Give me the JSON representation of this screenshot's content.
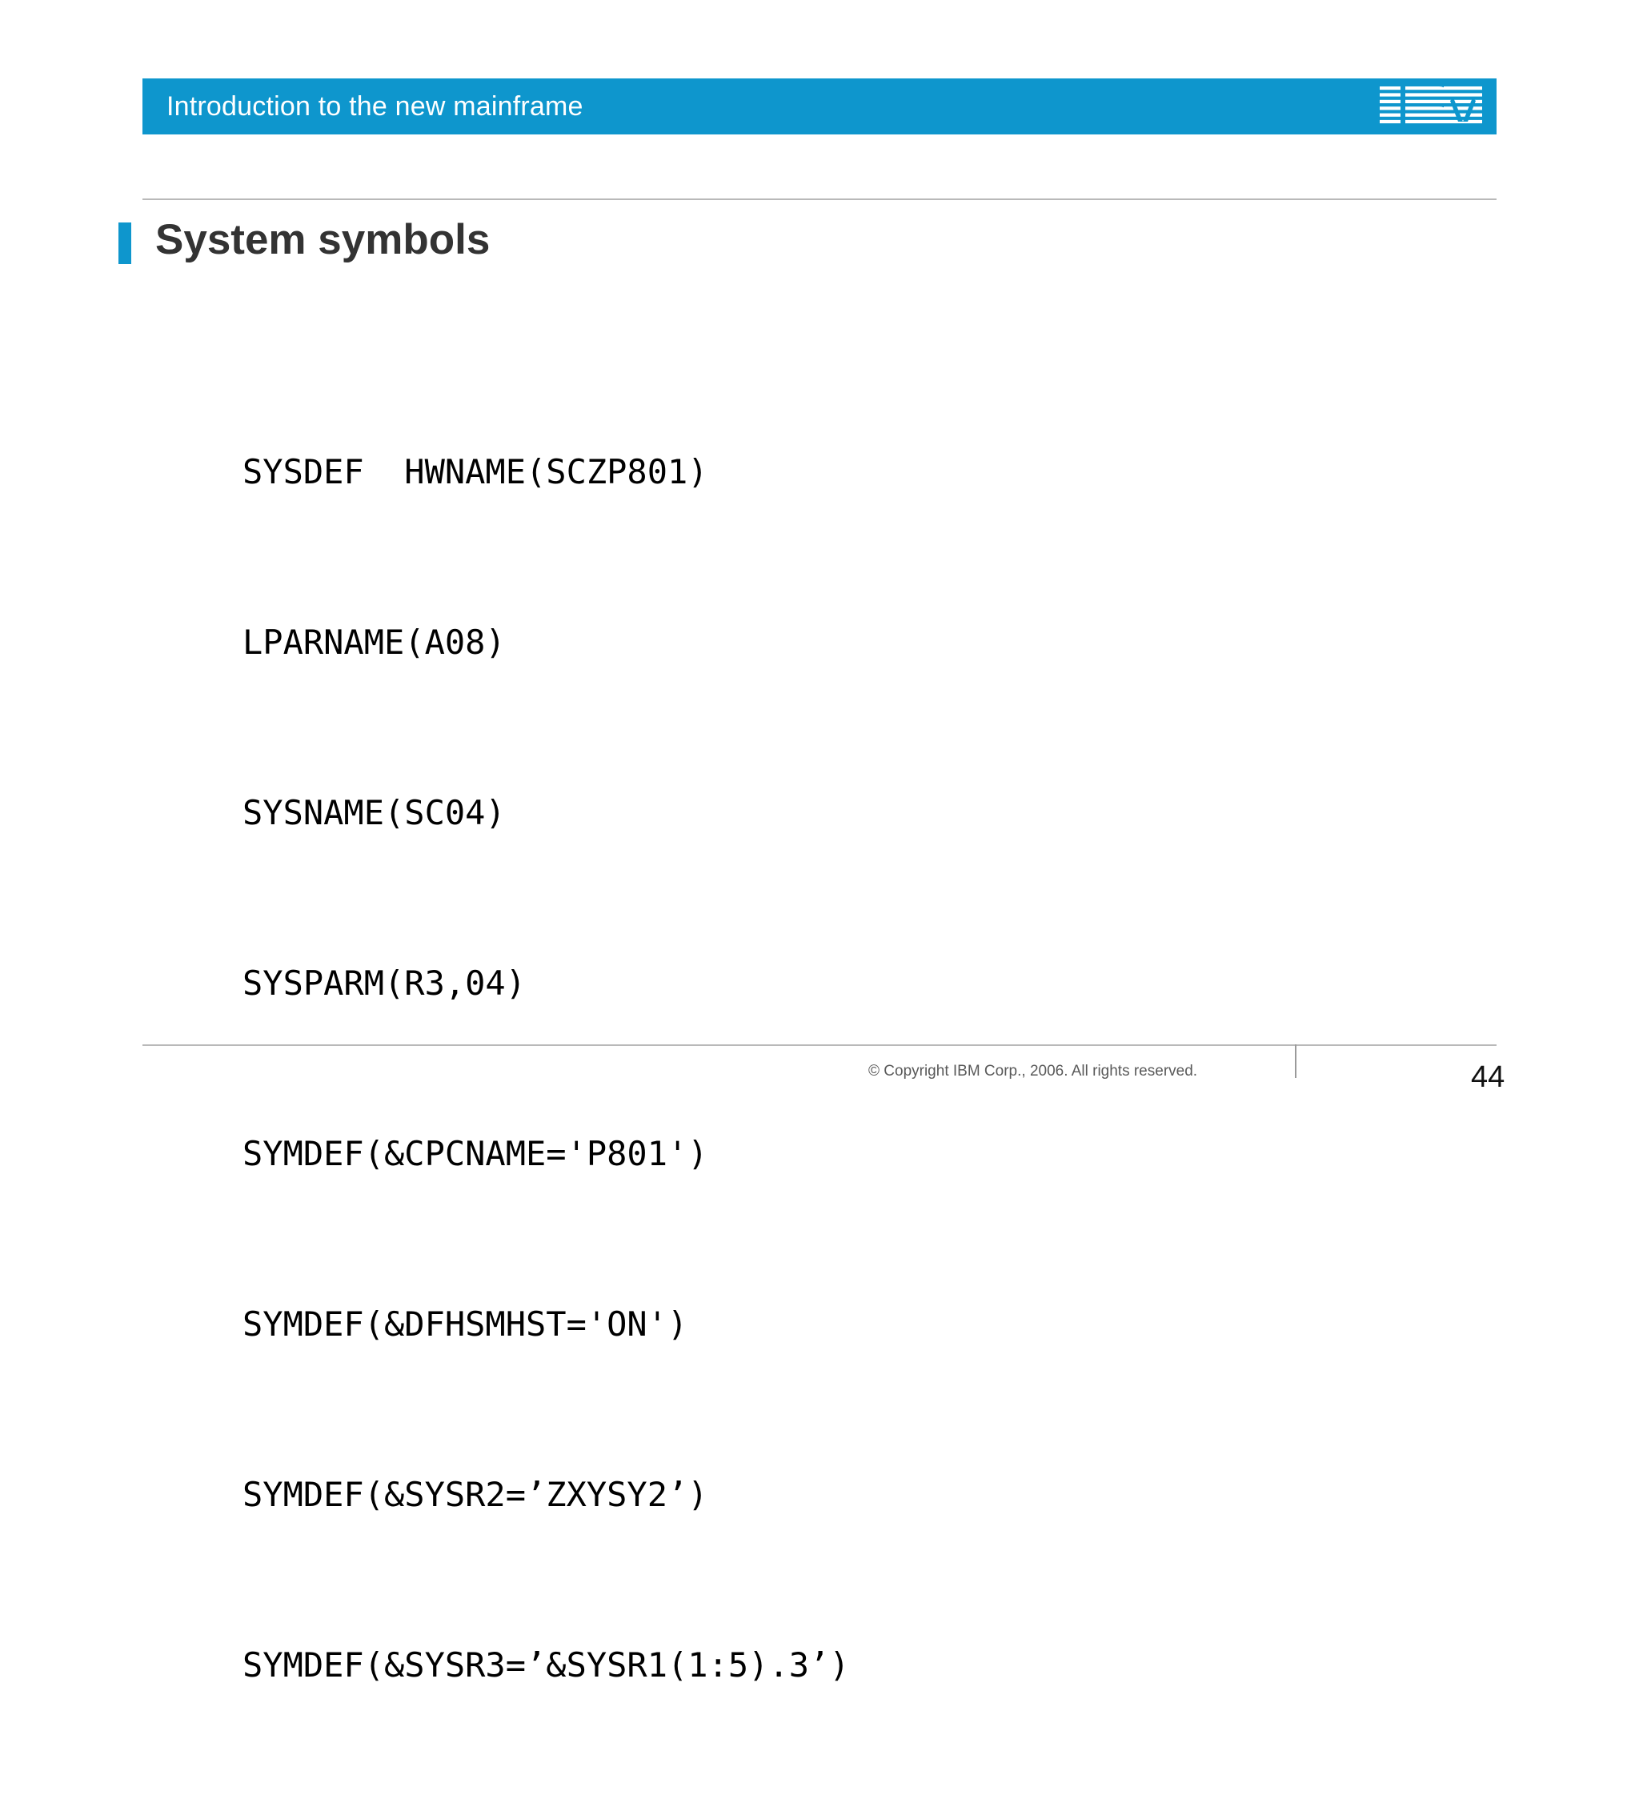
{
  "header": {
    "title": "Introduction to the new mainframe",
    "logo_name": "IBM",
    "banner_color": "#0e96cd"
  },
  "title": {
    "text": "System symbols",
    "accent_color": "#0e96cd",
    "text_color": "#333333"
  },
  "code": {
    "lines": [
      "SYSDEF  HWNAME(SCZP801)",
      "LPARNAME(A08)",
      "SYSNAME(SC04)",
      "SYSPARM(R3,04)",
      "SYMDEF(&CPCNAME='P801')",
      "SYMDEF(&DFHSMHST='ON')",
      "SYMDEF(&SYSR2=’ZXYSY2’)",
      "SYMDEF(&SYSR3=’&SYSR1(1:5).3’)"
    ]
  },
  "footer": {
    "copyright": "© Copyright IBM Corp., 2006. All rights reserved.",
    "page_number": "44"
  }
}
